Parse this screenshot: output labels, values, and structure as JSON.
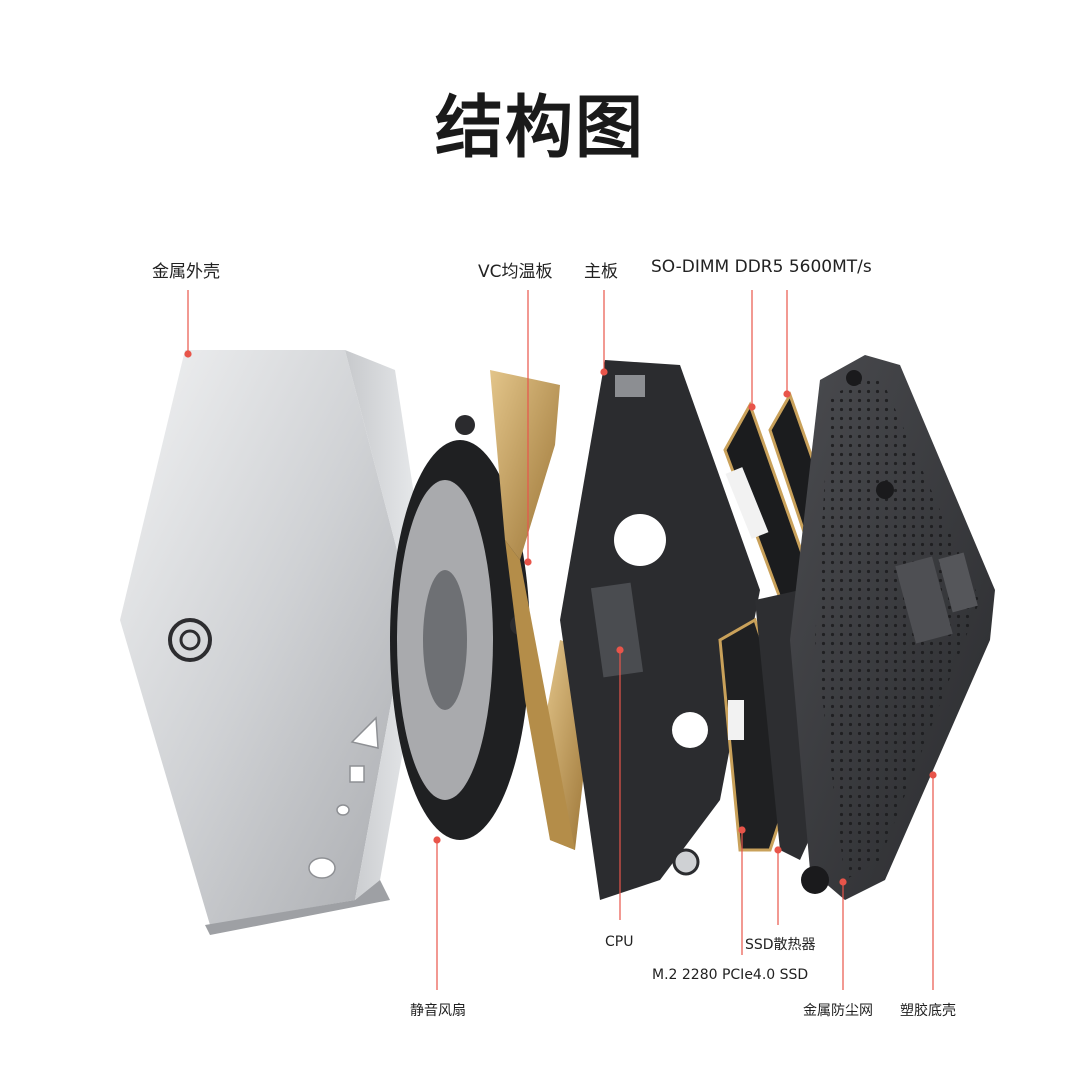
{
  "title": "结构图",
  "labels": {
    "metal_shell": "金属外壳",
    "vc_plate": "VC均温板",
    "motherboard": "主板",
    "ram": "SO-DIMM DDR5 5600MT/s",
    "cpu": "CPU",
    "ssd_heatsink": "SSD散热器",
    "ssd": "M.2 2280 PCIe4.0 SSD",
    "fan": "静音风扇",
    "dust_mesh": "金属防尘网",
    "plastic_base": "塑胶底壳"
  },
  "colors": {
    "leader_line": "#e8554a",
    "shell": "#d8dadd",
    "board": "#2b2c2f",
    "copper": "#c9a15a",
    "base": "#3a3b3e"
  }
}
